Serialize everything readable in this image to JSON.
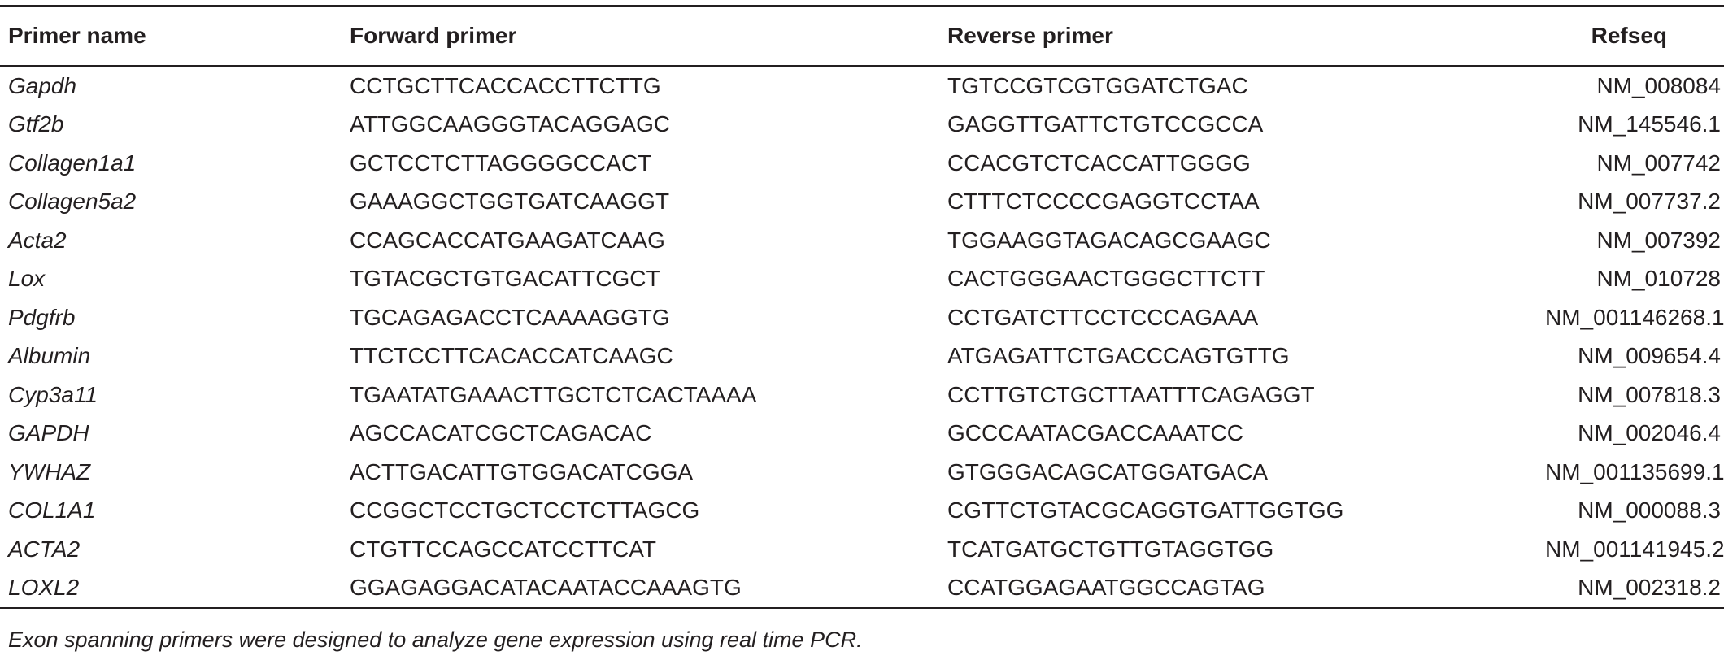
{
  "table": {
    "headers": {
      "primer_name": "Primer name",
      "forward_primer": "Forward primer",
      "reverse_primer": "Reverse primer",
      "refseq": "Refseq"
    },
    "rows": [
      {
        "name": "Gapdh",
        "forward": "CCTGCTTCACCACCTTCTTG",
        "reverse": "TGTCCGTCGTGGATCTGAC",
        "refseq": "NM_008084"
      },
      {
        "name": "Gtf2b",
        "forward": "ATTGGCAAGGGTACAGGAGC",
        "reverse": "GAGGTTGATTCTGTCCGCCA",
        "refseq": "NM_145546.1"
      },
      {
        "name": "Collagen1a1",
        "forward": "GCTCCTCTTAGGGGCCACT",
        "reverse": "CCACGTCTCACCATTGGGG",
        "refseq": "NM_007742"
      },
      {
        "name": "Collagen5a2",
        "forward": "GAAAGGCTGGTGATCAAGGT",
        "reverse": "CTTTCTCCCCGAGGTCCTAA",
        "refseq": "NM_007737.2"
      },
      {
        "name": "Acta2",
        "forward": "CCAGCACCATGAAGATCAAG",
        "reverse": "TGGAAGGTAGACAGCGAAGC",
        "refseq": "NM_007392"
      },
      {
        "name": "Lox",
        "forward": "TGTACGCTGTGACATTCGCT",
        "reverse": "CACTGGGAACTGGGCTTCTT",
        "refseq": "NM_010728"
      },
      {
        "name": "Pdgfrb",
        "forward": "TGCAGAGACCTCAAAAGGTG",
        "reverse": "CCTGATCTTCCTCCCAGAAA",
        "refseq": "NM_001146268.1"
      },
      {
        "name": "Albumin",
        "forward": "TTCTCCTTCACACCATCAAGC",
        "reverse": "ATGAGATTCTGACCCAGTGTTG",
        "refseq": "NM_009654.4"
      },
      {
        "name": "Cyp3a11",
        "forward": "TGAATATGAAACTTGCTCTCACTAAAA",
        "reverse": "CCTTGTCTGCTTAATTTCAGAGGT",
        "refseq": "NM_007818.3"
      },
      {
        "name": "GAPDH",
        "forward": "AGCCACATCGCTCAGACAC",
        "reverse": "GCCCAATACGACCAAATCC",
        "refseq": "NM_002046.4"
      },
      {
        "name": "YWHAZ",
        "forward": "ACTTGACATTGTGGACATCGGA",
        "reverse": "GTGGGACAGCATGGATGACA",
        "refseq": "NM_001135699.1"
      },
      {
        "name": "COL1A1",
        "forward": "CCGGCTCCTGCTCCTCTTAGCG",
        "reverse": "CGTTCTGTACGCAGGTGATTGGTGG",
        "refseq": "NM_000088.3"
      },
      {
        "name": "ACTA2",
        "forward": "CTGTTCCAGCCATCCTTCAT",
        "reverse": "TCATGATGCTGTTGTAGGTGG",
        "refseq": "NM_001141945.2"
      },
      {
        "name": "LOXL2",
        "forward": "GGAGAGGACATACAATACCAAAGTG",
        "reverse": "CCATGGAGAATGGCCAGTAG",
        "refseq": "NM_002318.2"
      }
    ]
  },
  "footnote": "Exon spanning primers were designed to analyze gene expression using real time PCR."
}
